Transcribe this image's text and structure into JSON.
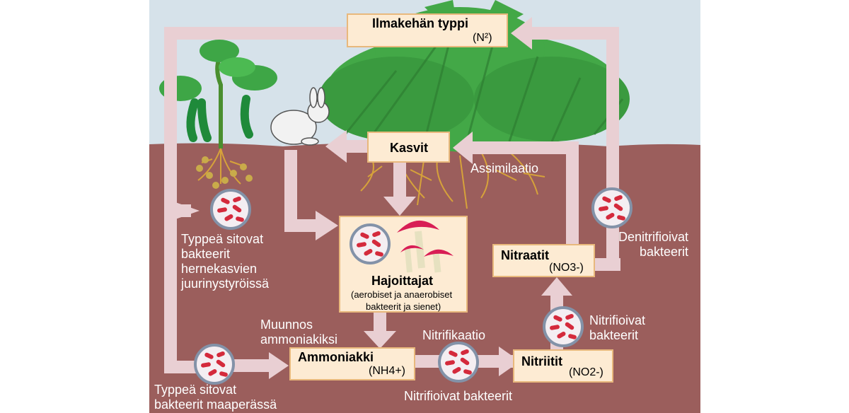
{
  "nodes": {
    "air_nitrogen": {
      "title": "Ilmakehän typpi",
      "formula": "(N²)"
    },
    "plants": {
      "title": "Kasvit"
    },
    "decomposers": {
      "title": "Hajoittajat",
      "sub1": "(aerobiset ja anaerobiset",
      "sub2": "bakteerit ja sienet)"
    },
    "ammonia": {
      "title": "Ammoniakki",
      "formula": "(NH4+)"
    },
    "nitrites": {
      "title": "Nitriitit",
      "formula": "(NO2-)"
    },
    "nitrates": {
      "title": "Nitraatit",
      "formula": "(NO3-)"
    }
  },
  "labels": {
    "assimilation": "Assimilaatio",
    "root_fixers": [
      "Typpeä sitovat",
      "bakteerit",
      "hernekasvien",
      "juurinystyröissä"
    ],
    "ammonification": [
      "Muunnos",
      "ammoniakiksi"
    ],
    "nitrification": "Nitrifikaatio",
    "nitrifying_bottom": "Nitrifioivat bakteerit",
    "nitrifying_right": [
      "Nitrifioivat",
      "bakteerit"
    ],
    "denitrifying": [
      "Denitrifioivat",
      "bakteerit"
    ],
    "soil_fixers": [
      "Typpeä sitovat",
      "bakteerit maaperässä"
    ]
  },
  "colors": {
    "sky": "#d6e2ea",
    "soil": "#9b5e5c",
    "arrow": "#e9cfd3",
    "box_fill": "#fdebd3",
    "box_border": "#e8b87c",
    "bacteria": "#d42a3c",
    "mushroom": "#d81e55"
  }
}
